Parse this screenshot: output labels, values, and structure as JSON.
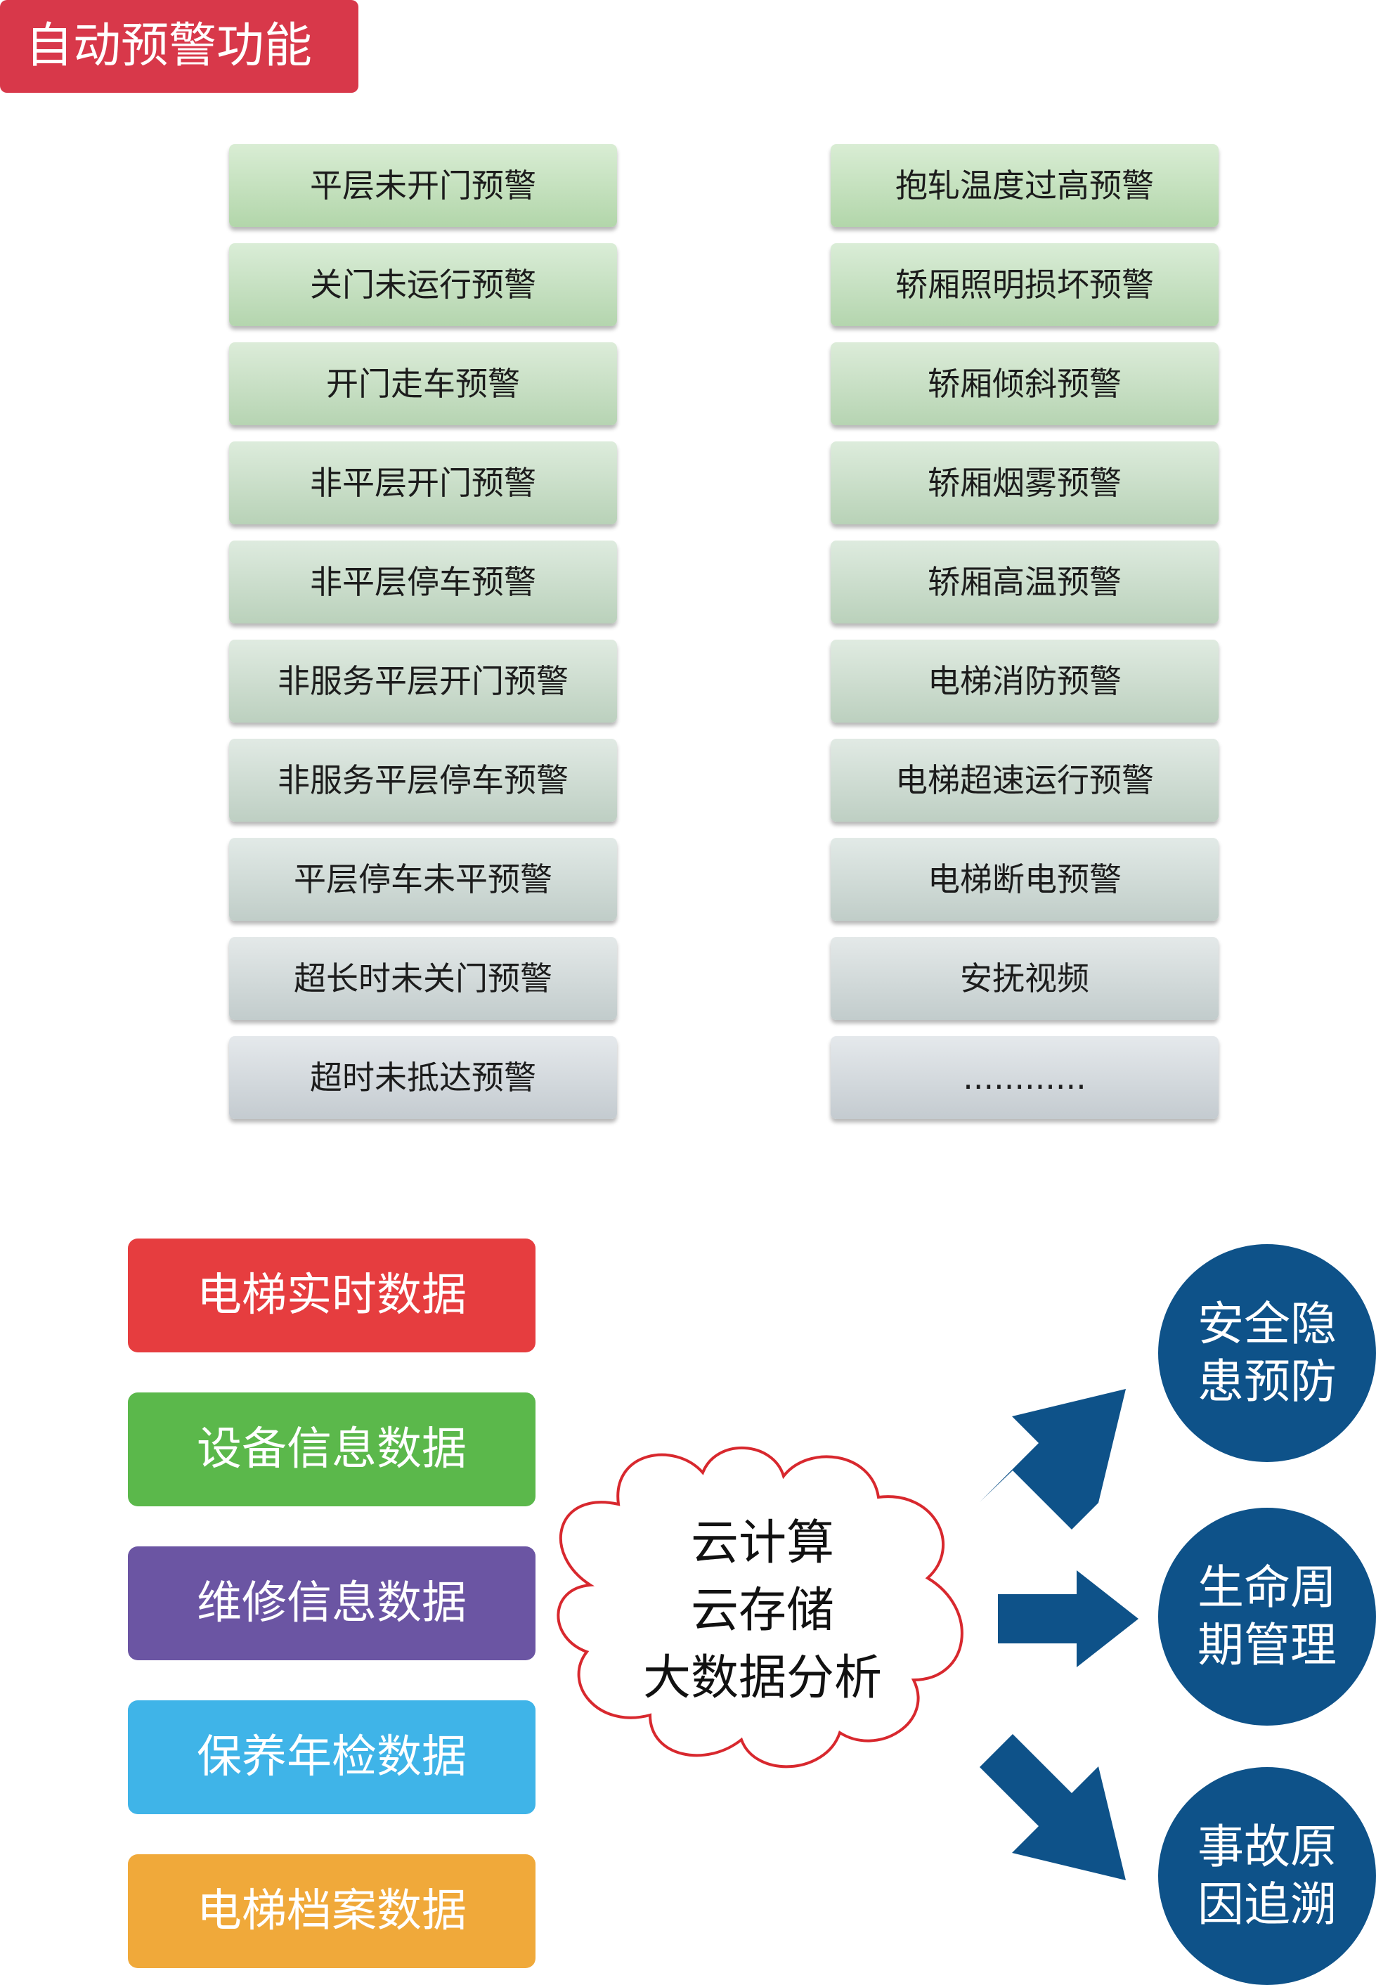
{
  "title": "自动预警功能",
  "warnings_left": [
    "平层未开门预警",
    "关门未运行预警",
    "开门走车预警",
    "非平层开门预警",
    "非平层停车预警",
    "非服务平层开门预警",
    "非服务平层停车预警",
    "平层停车未平预警",
    "超长时未关门预警",
    "超时未抵达预警"
  ],
  "warnings_right": [
    "抱轧温度过高预警",
    "轿厢照明损坏预警",
    "轿厢倾斜预警",
    "轿厢烟雾预警",
    "轿厢高温预警",
    "电梯消防预警",
    "电梯超速运行预警",
    "电梯断电预警",
    "安抚视频",
    "............"
  ],
  "data_sources": [
    {
      "label": "电梯实时数据",
      "color": "#e63d3f"
    },
    {
      "label": "设备信息数据",
      "color": "#5bb84b"
    },
    {
      "label": "维修信息数据",
      "color": "#6b55a3"
    },
    {
      "label": "保养年检数据",
      "color": "#3fb4e8"
    },
    {
      "label": "电梯档案数据",
      "color": "#f0a93a"
    }
  ],
  "cloud": {
    "lines": [
      "云计算",
      "云存储",
      "大数据分析"
    ],
    "outline_color": "#d8282e"
  },
  "outcomes": [
    {
      "line1": "安全隐",
      "line2": "患预防"
    },
    {
      "line1": "生命周",
      "line2": "期管理"
    },
    {
      "line1": "事故原",
      "line2": "因追溯"
    }
  ],
  "colors": {
    "title_bg": "#d8384a",
    "arrow": "#0e5289",
    "circle": "#0e5289"
  }
}
